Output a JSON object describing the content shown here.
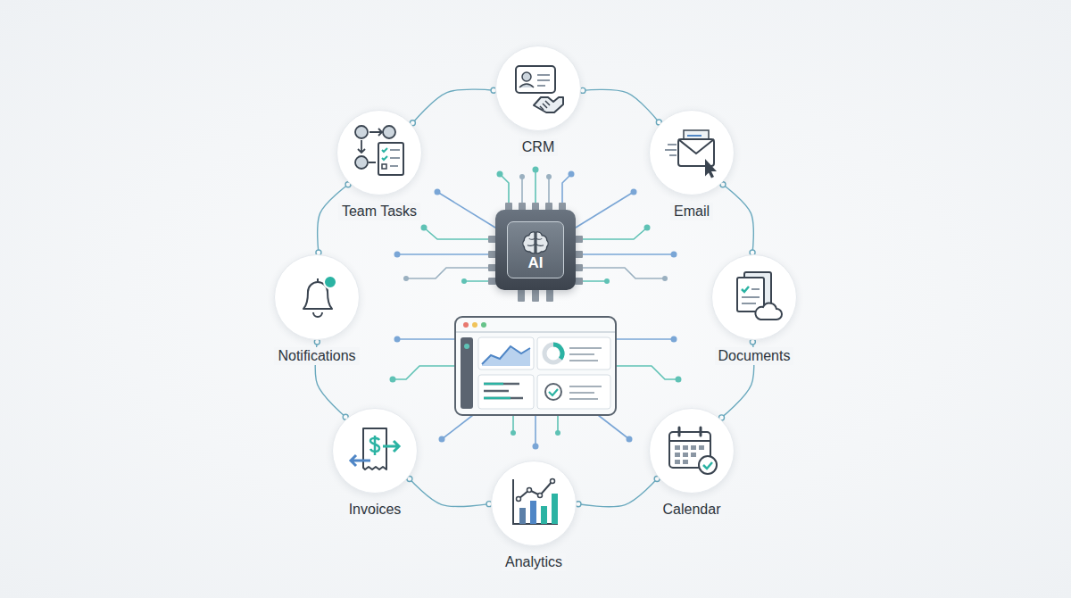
{
  "diagram": {
    "nodes": [
      {
        "text": [
          "CRM"
        ]
      },
      {
        "text": [
          "Email"
        ]
      },
      {
        "text": [
          "Documents"
        ]
      },
      {
        "text": [
          "Calendar"
        ]
      },
      {
        "text": [
          "Analytics"
        ]
      },
      {
        "text": [
          "Invoices"
        ]
      },
      {
        "text": [
          "Notifications"
        ]
      },
      {
        "text": [
          "Team Tasks"
        ]
      },
      {
        "text": [
          "AI"
        ]
      }
    ],
    "edges": [
      {
        "from": 0,
        "to": 1,
        "arrow": "none"
      },
      {
        "from": 1,
        "to": 2,
        "arrow": "none"
      },
      {
        "from": 2,
        "to": 3,
        "arrow": "none"
      },
      {
        "from": 3,
        "to": 4,
        "arrow": "none"
      },
      {
        "from": 4,
        "to": 5,
        "arrow": "none"
      },
      {
        "from": 5,
        "to": 6,
        "arrow": "none"
      },
      {
        "from": 6,
        "to": 7,
        "arrow": "none"
      },
      {
        "from": 7,
        "to": 0,
        "arrow": "none"
      }
    ]
  }
}
